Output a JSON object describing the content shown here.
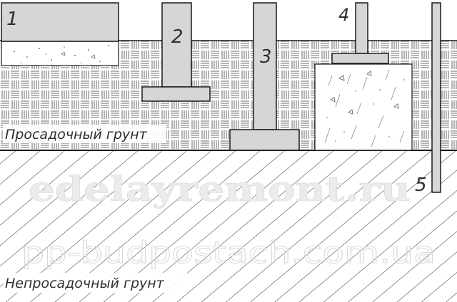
{
  "labels": {
    "f1": "1",
    "f2": "2",
    "f3": "3",
    "f4": "4",
    "f5": "5"
  },
  "soils": {
    "upper": "Просадочный грунт",
    "lower": "Непросадочный грунт"
  },
  "watermarks": {
    "top": "edelayremont.ru",
    "bottom": "pp-budpostach.com.ua"
  },
  "colors": {
    "background": "#ffffff",
    "foundation_fill": "#d6d6d6",
    "line": "#1a1a1a"
  }
}
